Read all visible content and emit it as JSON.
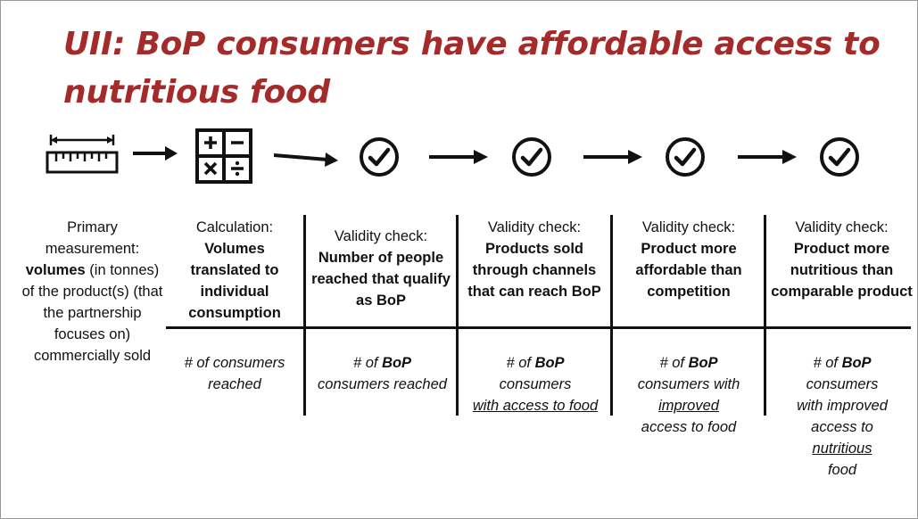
{
  "title": "UII: BoP consumers have affordable access to nutritious food",
  "icons": [
    "ruler-icon",
    "calculator-icon",
    "checkmark-icon",
    "checkmark-icon",
    "checkmark-icon",
    "checkmark-icon"
  ],
  "colors": {
    "title": "#a52a2a",
    "lines": "#111111"
  },
  "columns": [
    {
      "plain": "Primary measurement:",
      "bold": "volumes",
      "rest": "(in tonnes) of the product(s) (that the partnership focuses on) commercially sold"
    },
    {
      "plain": "Calculation:",
      "bold": "Volumes translated to individual consumption",
      "footer": {
        "a": "# of consumers reached"
      }
    },
    {
      "plain": "Validity check:",
      "bold": "Number of people reached that qualify as BoP",
      "footer": {
        "a": "# of",
        "b": "BoP",
        "c": "consumers reached"
      }
    },
    {
      "plain": "Validity check:",
      "bold": "Products sold through channels that can reach BoP",
      "footer": {
        "a": "# of",
        "b": "BoP",
        "c": "consumers",
        "u": "with access to food"
      }
    },
    {
      "plain": "Validity check:",
      "bold": "Product more affordable than competition",
      "footer": {
        "a": "# of",
        "b": "BoP",
        "c": "consumers with",
        "u": "improved",
        "d": "access to food"
      }
    },
    {
      "plain": "Validity check:",
      "bold": "Product more nutritious than comparable product",
      "footer": {
        "a": "# of",
        "b": "BoP",
        "c": "consumers with improved access to",
        "u": "nutritious",
        "d": "food"
      }
    }
  ]
}
